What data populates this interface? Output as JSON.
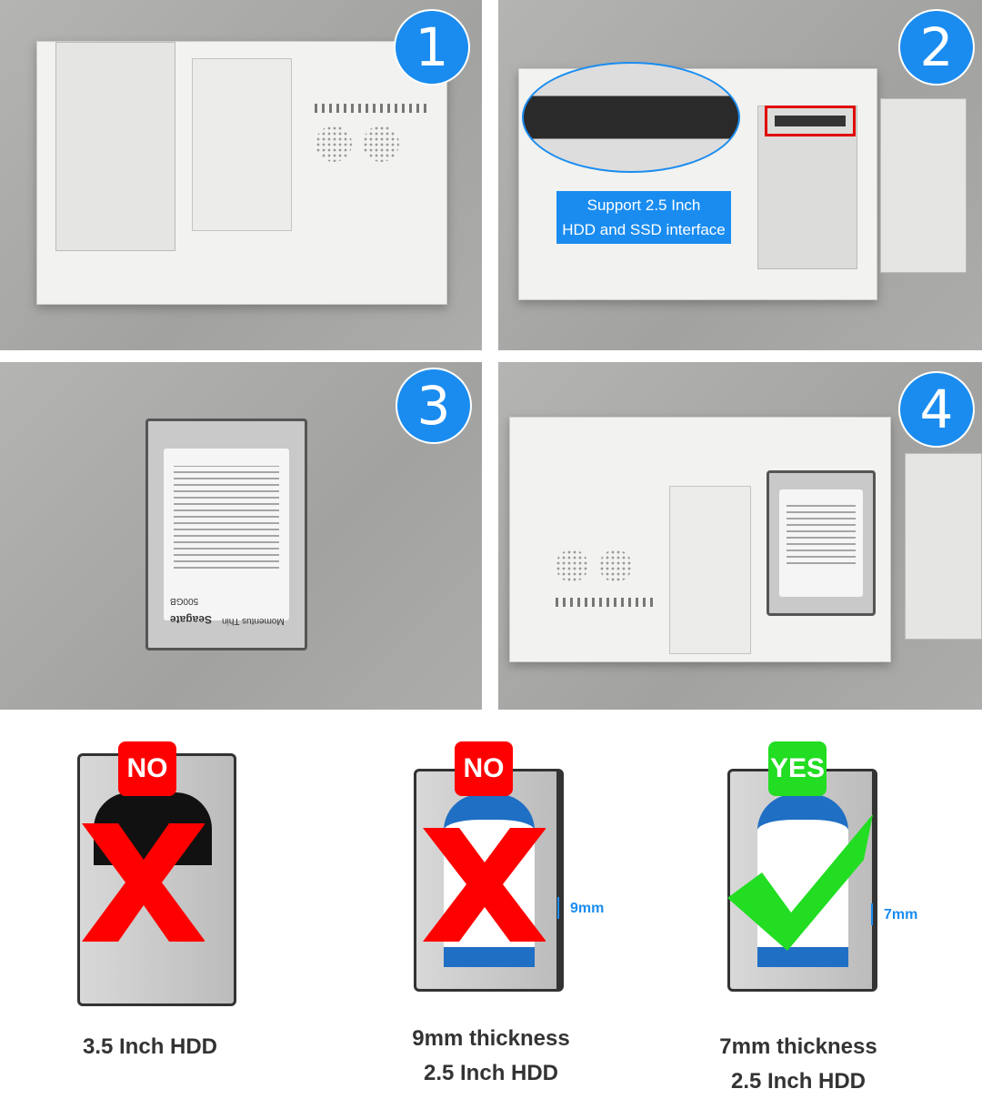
{
  "steps": [
    {
      "number": "1"
    },
    {
      "number": "2",
      "callout": [
        "Support 2.5 Inch",
        "HDD and SSD interface"
      ]
    },
    {
      "number": "3",
      "drive_label": "Seagate",
      "drive_capacity": "500GB",
      "drive_model": "Momentus Thin"
    },
    {
      "number": "4"
    }
  ],
  "comparison": [
    {
      "badge": "NO",
      "badge_color": "#ff0000",
      "caption": [
        "3.5 Inch HDD"
      ],
      "mark": "x-mark"
    },
    {
      "badge": "NO",
      "badge_color": "#ff0000",
      "caption": [
        "9mm thickness",
        "2.5 Inch HDD"
      ],
      "thickness": "9mm",
      "mark": "x-mark"
    },
    {
      "badge": "YES",
      "badge_color": "#22dd22",
      "caption": [
        "7mm thickness",
        "2.5 Inch HDD"
      ],
      "thickness": "7mm",
      "mark": "check-mark"
    }
  ],
  "colors": {
    "step_circle": "#1a8cf0",
    "callout": "#1a8cf0",
    "highlight_box": "#e00000",
    "no": "#ff0000",
    "yes": "#22dd22"
  }
}
